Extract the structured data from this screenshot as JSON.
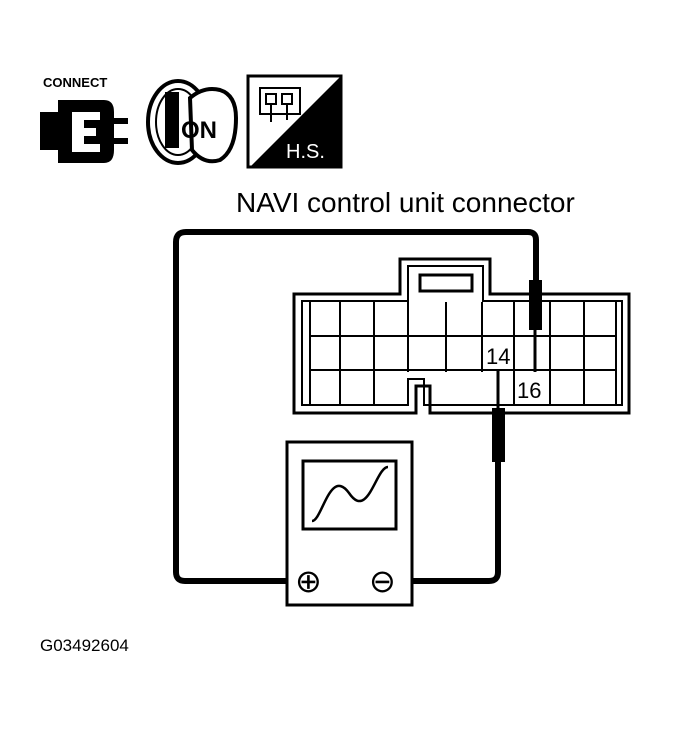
{
  "icons": {
    "connect_label": "CONNECT",
    "ignition_label": "ON",
    "harness_side_label": "H.S."
  },
  "diagram": {
    "title": "NAVI control unit connector",
    "terminal_a": "14",
    "terminal_b": "16",
    "plus_symbol": "⊕",
    "minus_symbol": "⊖"
  },
  "figure_id": "G03492604"
}
